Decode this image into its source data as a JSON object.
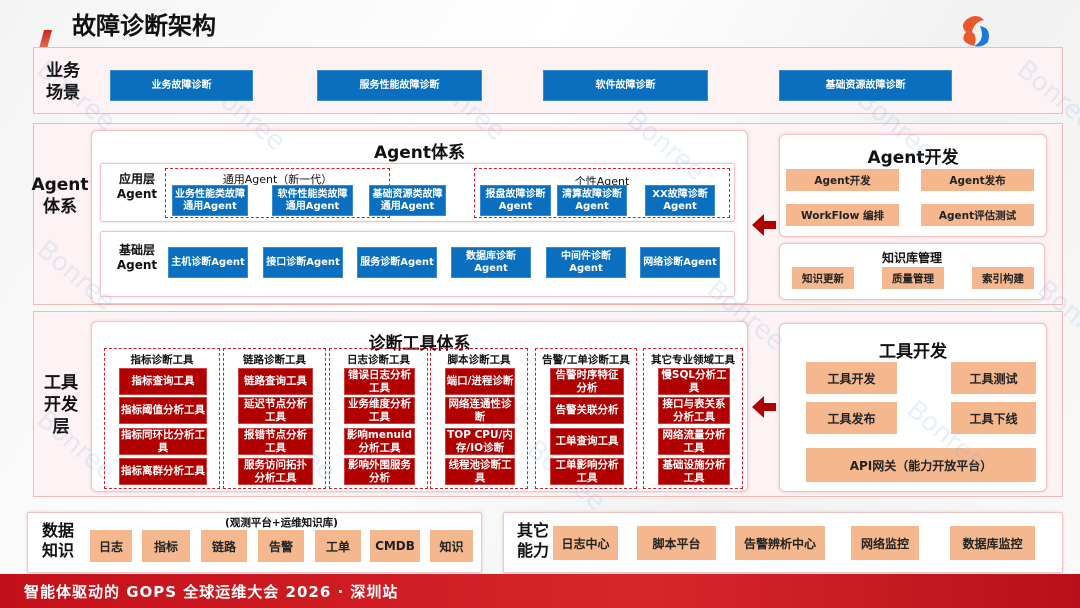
{
  "title": "故障诊断架构",
  "business": {
    "label": "业务\n场景",
    "items": [
      "业务故障诊断",
      "服务性能故障诊断",
      "软件故障诊断",
      "基础资源故障诊断"
    ]
  },
  "agent": {
    "label": "Agent\n体系",
    "title": "Agent体系",
    "app_layer": {
      "label": "应用层\nAgent",
      "generic_title": "通用Agent（新一代）",
      "generic": [
        "业务性能类故障通用Agent",
        "软件性能类故障通用Agent",
        "基础资源类故障通用Agent"
      ],
      "personal_title": "个性Agent",
      "personal": [
        "报盘故障诊断Agent",
        "清算故障诊断Agent",
        "XX故障诊断Agent"
      ]
    },
    "base_layer": {
      "label": "基础层\nAgent",
      "items": [
        "主机诊断Agent",
        "接口诊断Agent",
        "服务诊断Agent",
        "数据库诊断Agent",
        "中间件诊断Agent",
        "网络诊断Agent"
      ]
    },
    "dev": {
      "title": "Agent开发",
      "items": [
        "Agent开发",
        "Agent发布",
        "WorkFlow 编排",
        "Agent评估测试"
      ]
    },
    "kb": {
      "title": "知识库管理",
      "items": [
        "知识更新",
        "质量管理",
        "索引构建"
      ]
    }
  },
  "tools": {
    "label": "工具\n开发\n层",
    "title": "诊断工具体系",
    "groups": [
      {
        "title": "指标诊断工具",
        "items": [
          "指标查询工具",
          "指标阈值分析工具",
          "指标同环比分析工具",
          "指标离群分析工具"
        ]
      },
      {
        "title": "链路诊断工具",
        "items": [
          "链路查询工具",
          "延迟节点分析工具",
          "报错节点分析工具",
          "服务访问拓扑分析工具"
        ]
      },
      {
        "title": "日志诊断工具",
        "items": [
          "错误日志分析工具",
          "业务维度分析工具",
          "影响menuid分析工具",
          "影响外围服务分析"
        ]
      },
      {
        "title": "脚本诊断工具",
        "items": [
          "端口/进程诊断",
          "网络连通性诊断",
          "TOP CPU/内存/IO诊断",
          "线程池诊断工具"
        ]
      },
      {
        "title": "告警/工单诊断工具",
        "items": [
          "告警时序特征分析",
          "告警关联分析",
          "工单查询工具",
          "工单影响分析工具"
        ]
      },
      {
        "title": "其它专业领域工具",
        "items": [
          "慢SQL分析工具",
          "接口与表关系分析工具",
          "网络流量分析工具",
          "基础设施分析工具"
        ]
      }
    ],
    "dev": {
      "title": "工具开发",
      "items": [
        "工具开发",
        "工具测试",
        "工具发布",
        "工具下线"
      ],
      "api": "API网关（能力开放平台）"
    }
  },
  "data": {
    "label": "数据\n知识",
    "subtitle": "(观测平台+运维知识库)",
    "items": [
      "日志",
      "指标",
      "链路",
      "告警",
      "工单",
      "CMDB",
      "知识"
    ]
  },
  "other": {
    "label": "其它\n能力",
    "items": [
      "日志中心",
      "脚本平台",
      "告警辨析中心",
      "网络监控",
      "数据库监控"
    ]
  },
  "footer": "智能体驱动的 GOPS 全球运维大会 2026 · 深圳站",
  "watermark": "Bonree"
}
